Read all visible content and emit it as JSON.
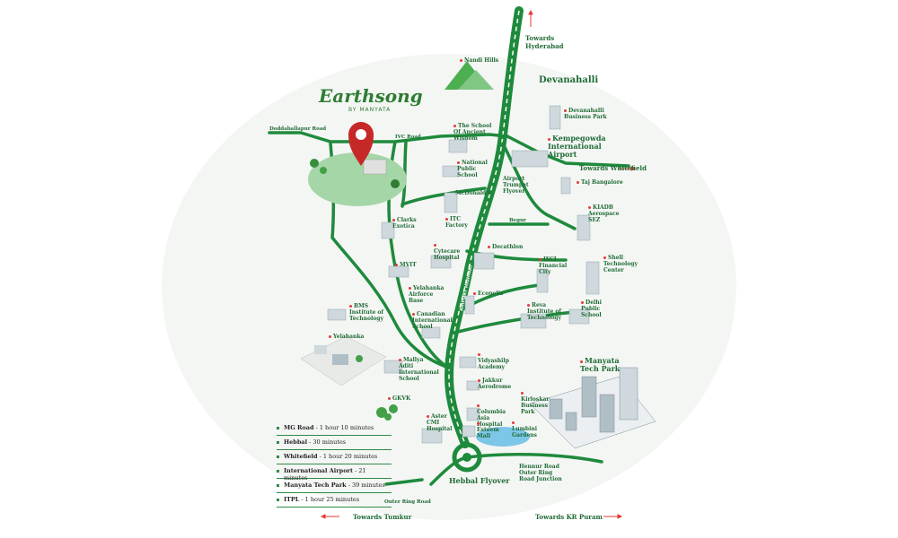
{
  "brand": {
    "name": "Earthsong",
    "sub": "BY MANYATA"
  },
  "labels": {
    "devanahalli": "Devanahalli",
    "kempegowda": "Kempegowda International Airport",
    "manyata": "Manyata Tech Park",
    "nandi_hills": "Nandi Hills",
    "school_ancient_wisdom": "The School Of Ancient Wisdom",
    "national_public": "National Public School",
    "mcdonalds": "McDonald's",
    "airport_flyover": "Airport Trumpet Flyover",
    "devanahalli_bp": "Devanahalli Business Park",
    "taj": "Taj Bangalore",
    "kiadb": "KIADB Aerospace SEZ",
    "clarks": "Clarks Exotica",
    "itc": "ITC Factory",
    "cytecare": "Cytecare Hospital",
    "decathlon": "Decathlon",
    "ifci": "IFCI Financial City",
    "shell": "Shell Technology Center",
    "mvit": "MVIT",
    "yelahanka_af": "Yelahanka Airforce Base",
    "ecopolis": "Ecopolis",
    "reva": "Reva Institute of Technology",
    "dps": "Delhi Public School",
    "bms": "BMS Institute of Technology",
    "canadian": "Canadian International School",
    "yelahanka": "Yelahanka",
    "mallya": "Mallya Aditi International School",
    "vidyashilp": "Vidyashilp Academy",
    "jakkur": "Jakkur Aerodrome",
    "kirloskar": "Kirloskar Business Park",
    "gkvk": "GKVK",
    "aster": "Aster CMI Hospital",
    "columbia": "Columbia Asia Hospital",
    "esteem": "Esteem Mall",
    "lumbini": "Lumbini Gardens",
    "hebbal_flyover": "Hebbal Flyover",
    "hennur": "Hennur Road Outer Ring Road Junction"
  },
  "roads": {
    "doddaballapur": "Doddaballapur Road",
    "ivc": "IVC Road",
    "begur": "Begur",
    "orr": "Outer Ring Road",
    "nh": "AIRPORT HIGHWAY"
  },
  "directions": {
    "hyderabad": "Towards Hyderabad",
    "whitefield": "Towards Whitefield",
    "tumkur": "Towards Tumkur",
    "krpuram": "Towards KR Puram"
  },
  "legend": [
    {
      "place": "MG Road",
      "time": " - 1 hour 10 minutes"
    },
    {
      "place": "Hebbal",
      "time": " - 30 minutes"
    },
    {
      "place": "Whitefield",
      "time": " - 1 hour 20 minutes"
    },
    {
      "place": "International Airport",
      "time": " - 21 minutes"
    },
    {
      "place": "Manyata Tech Park",
      "time": " - 39 minutes"
    },
    {
      "place": "ITPL",
      "time": " - 1 hour 25 minutes"
    }
  ],
  "colors": {
    "road": "#1e8a3c",
    "label": "#1f6b35",
    "pin": "#c62828"
  }
}
